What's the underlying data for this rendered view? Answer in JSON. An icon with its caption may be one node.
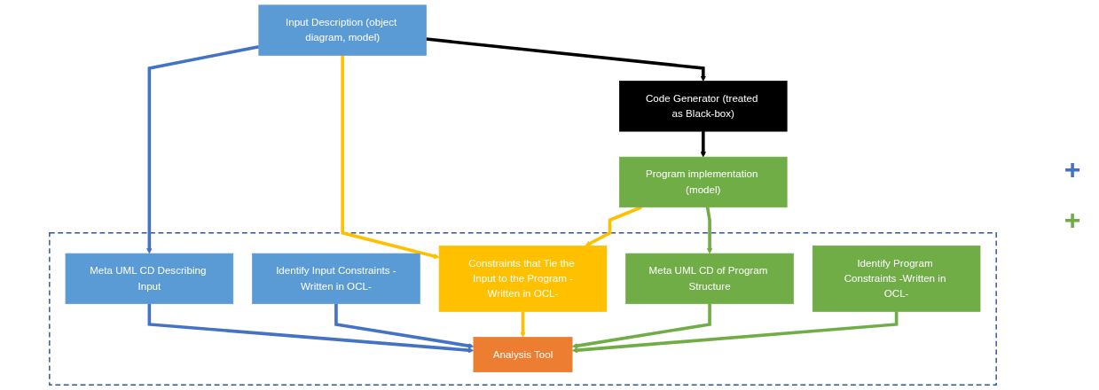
{
  "diagram": {
    "nodes": [
      {
        "text": [
          "Input Description (object diagram, model)"
        ]
      },
      {
        "text": [
          "Code Generator (treated as Black-box)"
        ]
      },
      {
        "text": [
          "Program implementation (model)"
        ]
      },
      {
        "text": [],
        "shape": "box"
      },
      {
        "text": [
          "Meta UML CD Describing Input"
        ],
        "in": 3
      },
      {
        "text": [
          "Identify Input Constraints -Written in OCL-"
        ],
        "in": 3
      },
      {
        "text": [
          "Constraints that Tie the Input to the Program -Written in OCL-"
        ],
        "in": 3
      },
      {
        "text": [
          "Meta UML CD of Program Structure"
        ],
        "in": 3
      },
      {
        "text": [
          "Identify Program Constraints -Written in OCL-"
        ],
        "in": 3
      },
      {
        "text": [
          "Analysis Tool"
        ],
        "in": 3
      }
    ],
    "edges": [
      {
        "from": 0,
        "to": 1,
        "arrow": "to",
        "color": "#000000"
      },
      {
        "from": 1,
        "to": 2,
        "arrow": "to",
        "color": "#000000"
      },
      {
        "from": 0,
        "to": 4,
        "arrow": "to",
        "color": "#4472c4"
      },
      {
        "from": 0,
        "to": 6,
        "arrow": "to",
        "color": "#ffc000"
      },
      {
        "from": 2,
        "to": 6,
        "arrow": "to",
        "color": "#ffc000"
      },
      {
        "from": 2,
        "to": 7,
        "arrow": "to",
        "color": "#70ad47"
      },
      {
        "from": 4,
        "to": 9,
        "arrow": "to",
        "color": "#4472c4"
      },
      {
        "from": 5,
        "to": 9,
        "arrow": "to",
        "color": "#4472c4"
      },
      {
        "from": 6,
        "to": 9,
        "arrow": "to",
        "color": "#ffc000"
      },
      {
        "from": 7,
        "to": 9,
        "arrow": "to",
        "color": "#70ad47"
      },
      {
        "from": 8,
        "to": 9,
        "arrow": "to",
        "color": "#70ad47"
      }
    ],
    "labels": [
      "+",
      "+"
    ]
  }
}
